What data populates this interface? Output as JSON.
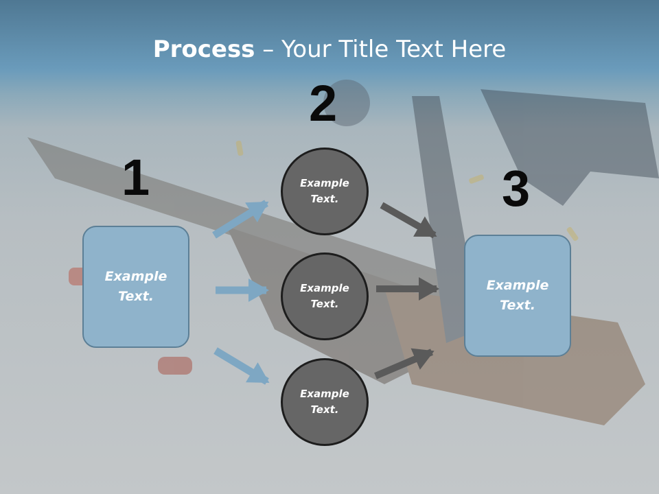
{
  "title": {
    "bold": "Process",
    "rest": " – Your Title Text Here"
  },
  "numbers": [
    "1",
    "2",
    "3"
  ],
  "left_box": "Example\nText.",
  "circles": [
    "Example\nText.",
    "Example\nText.",
    "Example\nText."
  ],
  "right_box": "Example\nText.",
  "colors": {
    "box_fill": "#8fb3cb",
    "circle_fill": "#666666",
    "arrow_blue": "#7ea7c3",
    "arrow_gray": "#5a5a5a"
  }
}
